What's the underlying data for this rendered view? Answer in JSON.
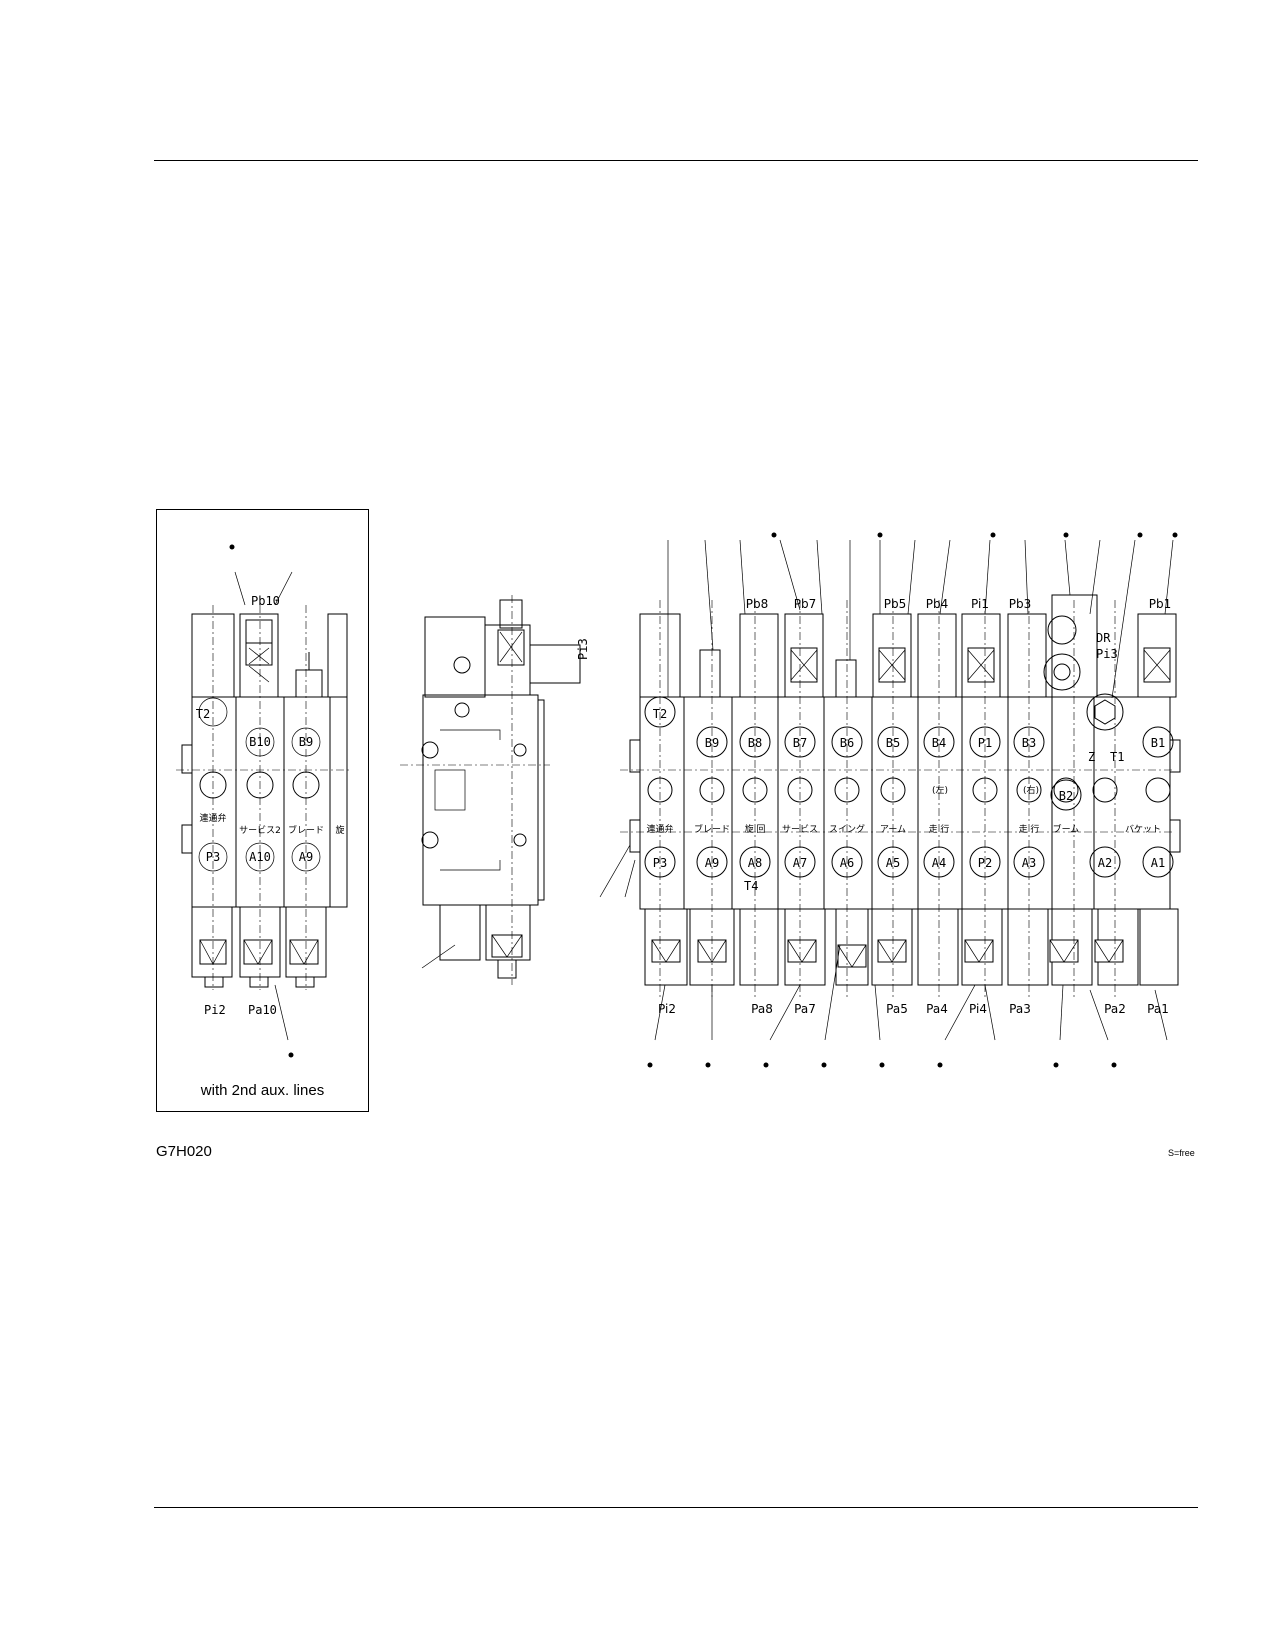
{
  "inset": {
    "caption": "with 2nd aux. lines"
  },
  "figure_code": "G7H020",
  "scale_note": "S=free",
  "main_view": {
    "upper_ports": [
      "B9",
      "B8",
      "B7",
      "B6",
      "B5",
      "B4",
      "P1",
      "B3",
      "B1"
    ],
    "lower_ports": [
      "P3",
      "A9",
      "A8",
      "A7",
      "A6",
      "A5",
      "A4",
      "P2",
      "A3",
      "A2",
      "A1"
    ],
    "top_pilot_labels": [
      "Pb8",
      "Pb7",
      "Pb5",
      "Pb4",
      "Pi1",
      "Pb3",
      "Pb1"
    ],
    "bottom_pilot_labels": [
      "Pi2",
      "Pa8",
      "Pa7",
      "Pa5",
      "Pa4",
      "Pi4",
      "Pa3",
      "Pa2",
      "Pa1"
    ],
    "tank_port": "T2",
    "mid_port": "B2",
    "side_labels": [
      "DR",
      "Pi3",
      "T1",
      "Z",
      "T4"
    ],
    "jp_labels": [
      "連通弁",
      "ブレード",
      "旋 回",
      "サービス",
      "スイング",
      "アーム",
      "走 行",
      "走 行",
      "ブーム",
      "バケット",
      "(左)",
      "(右)"
    ]
  },
  "inset_view": {
    "upper_ports": [
      "T2",
      "B10",
      "B9"
    ],
    "lower_ports": [
      "P3",
      "A10",
      "A9"
    ],
    "top_label": "Pb10",
    "bottom_labels": [
      "Pi2",
      "Pa10"
    ],
    "jp_labels": [
      "連通弁",
      "サービス2",
      "ブレード",
      "旋"
    ]
  },
  "side_view": {
    "label": "Pi3"
  }
}
